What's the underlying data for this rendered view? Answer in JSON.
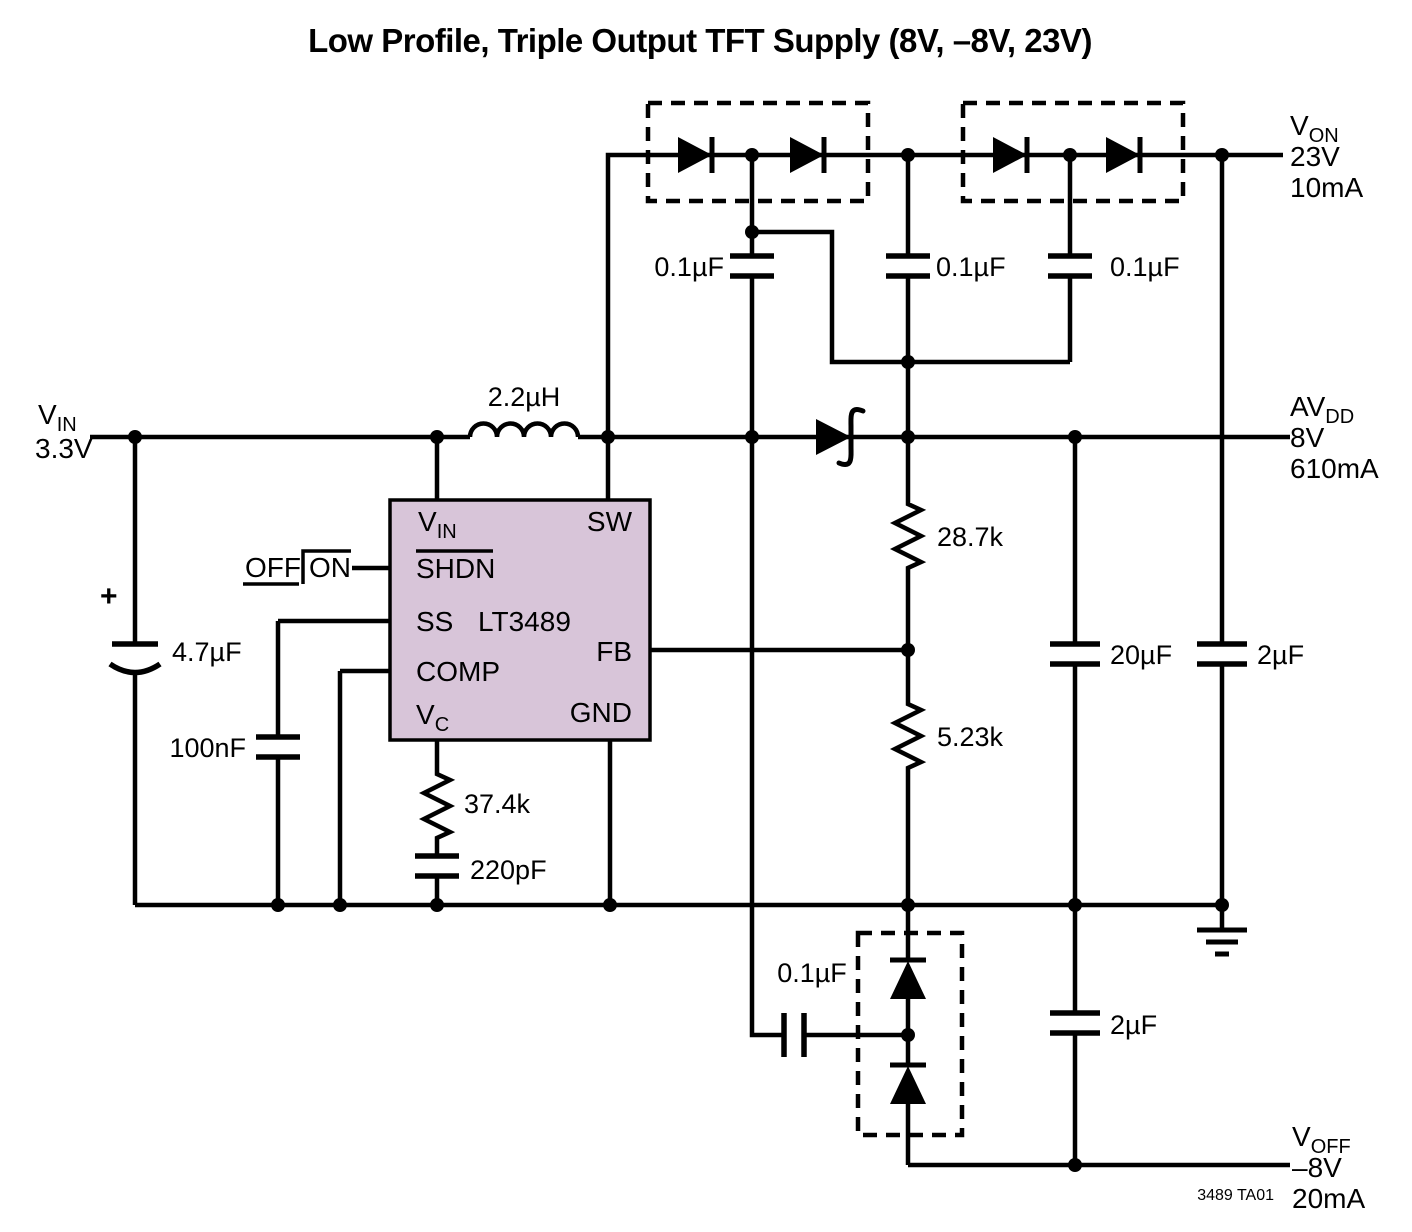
{
  "title": "Low Profile, Triple Output TFT Supply (8V, –8V, 23V)",
  "note": "3489 TA01",
  "input": {
    "name_base": "V",
    "name_sub": "IN",
    "voltage": "3.3V"
  },
  "shutdown": {
    "off": "OFF",
    "on": "ON"
  },
  "ic": {
    "part": "LT3489",
    "pin_vin_base": "V",
    "pin_vin_sub": "IN",
    "pin_shdn": "SHDN",
    "pin_ss": "SS",
    "pin_comp": "COMP",
    "pin_vc_base": "V",
    "pin_vc_sub": "C",
    "pin_sw": "SW",
    "pin_fb": "FB",
    "pin_gnd": "GND"
  },
  "outputs": {
    "von": {
      "name_base": "V",
      "name_sub": "ON",
      "voltage": "23V",
      "current": "10mA"
    },
    "avdd": {
      "name_base": "AV",
      "name_sub": "DD",
      "voltage": "8V",
      "current": "610mA"
    },
    "voff": {
      "name_base": "V",
      "name_sub": "OFF",
      "voltage": "–8V",
      "current": "20mA"
    }
  },
  "components": {
    "inductor": "2.2µH",
    "input_cap": "4.7µF",
    "input_cap_plus": "+",
    "ss_cap": "100nF",
    "comp_resistor": "37.4k",
    "comp_cap": "220pF",
    "fb_top_resistor": "28.7k",
    "fb_bottom_resistor": "5.23k",
    "pump_cap_1": "0.1µF",
    "pump_cap_2": "0.1µF",
    "pump_cap_3": "0.1µF",
    "neg_pump_cap": "0.1µF",
    "avdd_cap_20": "20µF",
    "von_cap": "2µF",
    "voff_cap": "2µF"
  }
}
